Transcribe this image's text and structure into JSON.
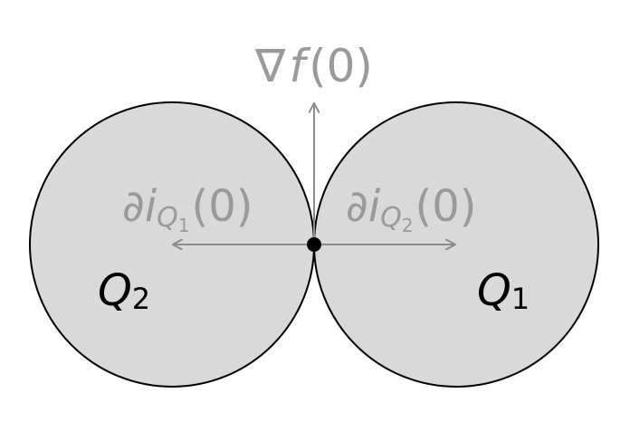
{
  "labels": {
    "gradient": {
      "symbol": "∇",
      "func": "f",
      "arg": "(0)"
    },
    "subdiff_left": {
      "partial": "∂",
      "i": "i",
      "sub_letter": "Q",
      "sub_index": "1",
      "arg": "(0)"
    },
    "subdiff_right": {
      "partial": "∂",
      "i": "i",
      "sub_letter": "Q",
      "sub_index": "2",
      "arg": "(0)"
    },
    "set_left": {
      "letter": "Q",
      "index": "2"
    },
    "set_right": {
      "letter": "Q",
      "index": "1"
    }
  },
  "colors": {
    "circle_fill": "#d9d9d9",
    "circle_stroke": "#000000",
    "arrow": "#8c8c8c",
    "label_gray": "#9a9a9a",
    "label_black": "#000000",
    "point": "#000000"
  }
}
